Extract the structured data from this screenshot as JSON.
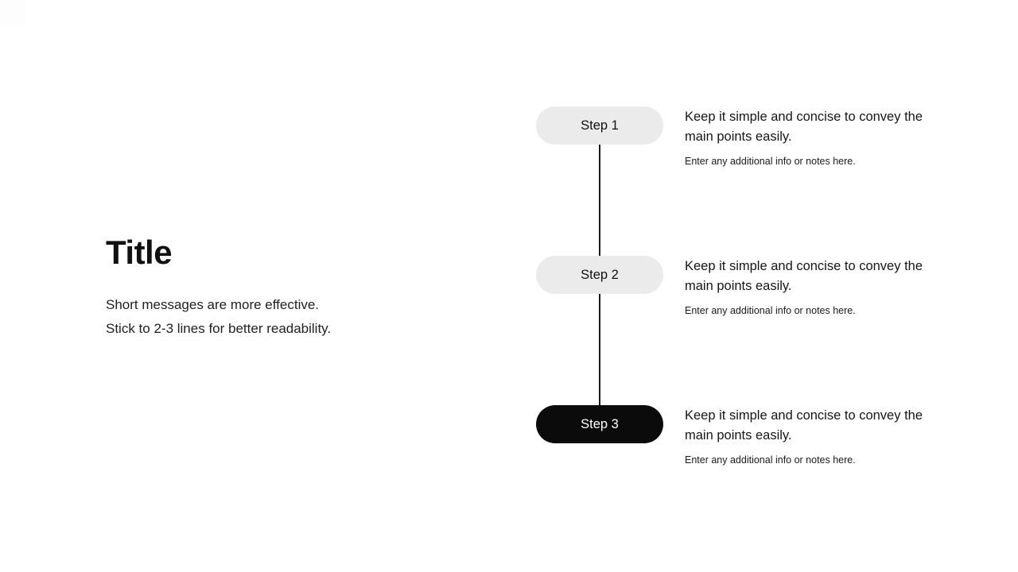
{
  "left_panel": {
    "title": "Title",
    "lines": [
      "Short messages are more effective.",
      "Stick to 2-3 lines for better readability."
    ]
  },
  "steps": [
    {
      "label": "Step 1",
      "variant": "light",
      "description": "Keep it simple and concise to convey the main points easily.",
      "note": "Enter any additional info or notes here."
    },
    {
      "label": "Step 2",
      "variant": "light",
      "description": "Keep it simple and concise to convey the main points easily.",
      "note": "Enter any additional info or notes here."
    },
    {
      "label": "Step 3",
      "variant": "dark",
      "description": "Keep it simple and concise to convey the main points easily.",
      "note": "Enter any additional info or notes here."
    }
  ],
  "colors": {
    "background": "#ffffff",
    "text": "#111111",
    "pill_light": "#ebebeb",
    "pill_dark": "#0b0b0b",
    "pill_dark_text": "#ffffff",
    "connector_line": "#1a1a1a"
  }
}
